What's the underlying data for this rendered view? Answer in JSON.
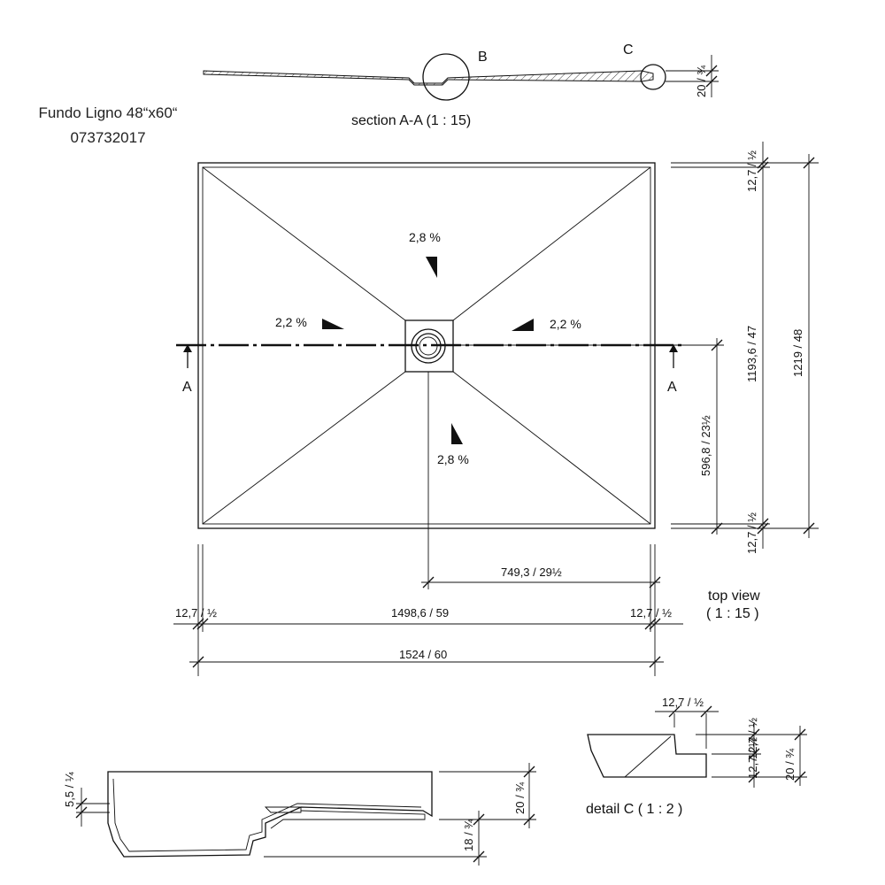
{
  "title": {
    "name": "Fundo Ligno 48“x60“",
    "code": "073732017"
  },
  "section_aa": {
    "label": "section A-A (1 : 15)",
    "callout_b": "B",
    "callout_c": "C",
    "dim_thickness": "20 / ¾"
  },
  "top_view": {
    "label_line1": "top view",
    "label_line2": "( 1 : 15 )",
    "section_marker": "A",
    "slopes": {
      "top": "2,8 %",
      "bottom": "2,8 %",
      "left": "2,2 %",
      "right": "2,2 %"
    },
    "dims": {
      "border_top": "12,7 / ½",
      "border_bottom": "12,7 / ½",
      "inner_height": "1193,6 / 47",
      "total_height": "1219 / 48",
      "drain_to_edge_vertical": "596,8 / 23½",
      "drain_to_edge_horizontal": "749,3 / 29½",
      "border_left": "12,7 / ½",
      "border_right": "12,7 / ½",
      "inner_width": "1498,6 / 59",
      "total_width": "1524 / 60"
    }
  },
  "detail_b": {
    "dim_top": "5,5 / ¼",
    "dim_thickness": "20 / ¾",
    "dim_drain": "18 / ¾"
  },
  "detail_c": {
    "label": "detail C ( 1 : 2 )",
    "dim_step_width": "12,7 / ½",
    "dim_step_height": "12,7 / ½",
    "dim_lower": "12,7 / ½",
    "dim_thickness": "20 / ¾"
  }
}
